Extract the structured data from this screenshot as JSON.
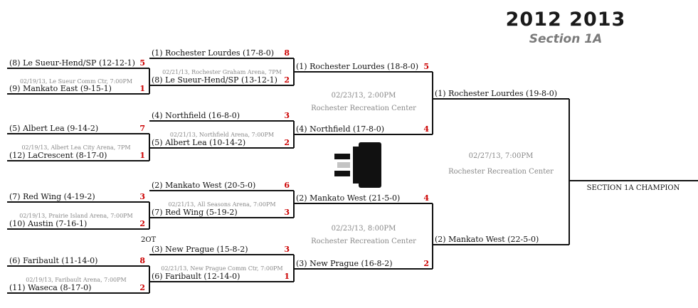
{
  "header": {
    "year": "2012 2013",
    "section": "Section 1A"
  },
  "champion_label": "SECTION 1A CHAMPION",
  "overtime_note": "2OT",
  "round1": [
    {
      "top": "(8) Le Sueur-Hend/SP (12-12-1)",
      "top_score": "5",
      "bottom": "(9) Mankato East (9-15-1)",
      "bottom_score": "1",
      "info": "02/19/13, Le Sueur Comm Ctr, 7:00PM"
    },
    {
      "top": "(5) Albert Lea (9-14-2)",
      "top_score": "7",
      "bottom": "(12) LaCrescent (8-17-0)",
      "bottom_score": "1",
      "info": "02/19/13, Albert Lea City Arena, 7PM"
    },
    {
      "top": "(7) Red Wing (4-19-2)",
      "top_score": "3",
      "bottom": "(10) Austin (7-16-1)",
      "bottom_score": "2",
      "info": "02/19/13, Prairie Island Arena, 7:00PM"
    },
    {
      "top": "(6) Faribault (11-14-0)",
      "top_score": "8",
      "bottom": "(11) Waseca (8-17-0)",
      "bottom_score": "2",
      "info": "02/19/13, Faribault Arena, 7:00PM"
    }
  ],
  "quarterfinals": [
    {
      "top": "(1) Rochester Lourdes (17-8-0)",
      "top_score": "8",
      "bottom": "(8) Le Sueur-Hend/SP (13-12-1)",
      "bottom_score": "2",
      "info": "02/21/13, Rochester Graham Arena, 7PM"
    },
    {
      "top": "(4) Northfield (16-8-0)",
      "top_score": "3",
      "bottom": "(5) Albert Lea (10-14-2)",
      "bottom_score": "2",
      "info": "02/21/13, Northfield Arena, 7:00PM"
    },
    {
      "top": "(2) Mankato West (20-5-0)",
      "top_score": "6",
      "bottom": "(7) Red Wing (5-19-2)",
      "bottom_score": "3",
      "info": "02/21/13, All Seasons Arena, 7:00PM"
    },
    {
      "top": "(3) New Prague (15-8-2)",
      "top_score": "3",
      "bottom": "(6) Faribault (12-14-0)",
      "bottom_score": "1",
      "info": "02/21/13, New Prague Comm Ctr, 7:00PM"
    }
  ],
  "semifinals": [
    {
      "top": "(1) Rochester Lourdes (18-8-0)",
      "top_score": "5",
      "bottom": "(4) Northfield (17-8-0)",
      "bottom_score": "4",
      "date": "02/23/13, 2:00PM",
      "venue": "Rochester Recreation Center"
    },
    {
      "top": "(2) Mankato West (21-5-0)",
      "top_score": "4",
      "bottom": "(3) New Prague (16-8-2)",
      "bottom_score": "2",
      "date": "02/23/13, 8:00PM",
      "venue": "Rochester Recreation Center"
    }
  ],
  "final": {
    "top": "(1) Rochester Lourdes (19-8-0)",
    "bottom": "(2) Mankato West (22-5-0)",
    "date": "02/27/13, 7:00PM",
    "venue": "Rochester Recreation Center"
  }
}
